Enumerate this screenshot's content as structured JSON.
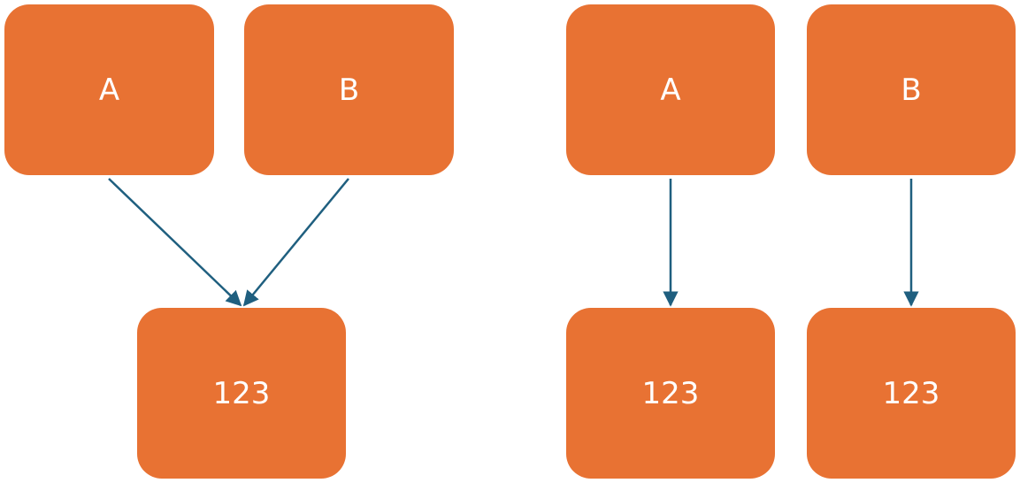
{
  "colors": {
    "node_fill": "#E87233",
    "node_text": "#FFFFFF",
    "arrow": "#1F5F7F",
    "background": "#FFFFFF"
  },
  "left_diagram": {
    "node_a": "A",
    "node_b": "B",
    "node_result": "123"
  },
  "right_diagram": {
    "node_a": "A",
    "node_b": "B",
    "node_result_a": "123",
    "node_result_b": "123"
  }
}
